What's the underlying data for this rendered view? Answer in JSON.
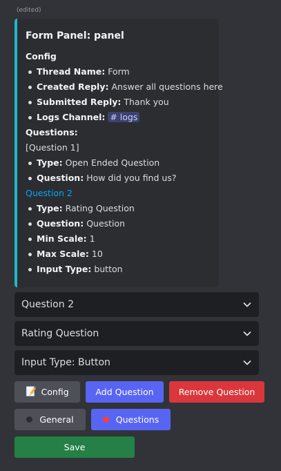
{
  "message": {
    "edited_label": "(edited)"
  },
  "embed": {
    "title": "Form Panel: panel",
    "config_heading": "Config",
    "config_items": [
      {
        "label": "Thread Name:",
        "value": "Form"
      },
      {
        "label": "Created Reply:",
        "value": "Answer all questions here"
      },
      {
        "label": "Submitted Reply:",
        "value": "Thank you"
      },
      {
        "label": "Logs Channel:",
        "value": "# logs"
      }
    ],
    "questions_heading": "Questions:",
    "question1_label": "[Question 1]",
    "question1_items": [
      {
        "label": "Type:",
        "value": "Open Ended Question"
      },
      {
        "label": "Question:",
        "value": "How did you find us?"
      }
    ],
    "question2_label": "Question 2",
    "question2_items": [
      {
        "label": "Type:",
        "value": "Rating Question"
      },
      {
        "label": "Question:",
        "value": "Question"
      },
      {
        "label": "Min Scale:",
        "value": "1"
      },
      {
        "label": "Max Scale:",
        "value": "10"
      },
      {
        "label": "Input Type:",
        "value": "button"
      }
    ]
  },
  "selects": [
    {
      "value": "Question 2",
      "icon": "chevron-down-icon"
    },
    {
      "value": "Rating Question",
      "icon": "chevron-down-icon"
    },
    {
      "value": "Input Type: Button",
      "icon": "chevron-down-icon"
    }
  ],
  "buttons": {
    "config": {
      "label": "Config",
      "emoji": "📝"
    },
    "add_question": "Add Question",
    "remove_question": "Remove Question",
    "general": "General",
    "questions": "Questions",
    "save": "Save"
  },
  "colors": {
    "accent_bar": "#1fb8c7",
    "blurple": "#5865f2",
    "danger": "#da373c",
    "success": "#248046",
    "secondary": "#4e5058",
    "status_idle": "#2b2d31",
    "status_active": "#f23f43"
  }
}
